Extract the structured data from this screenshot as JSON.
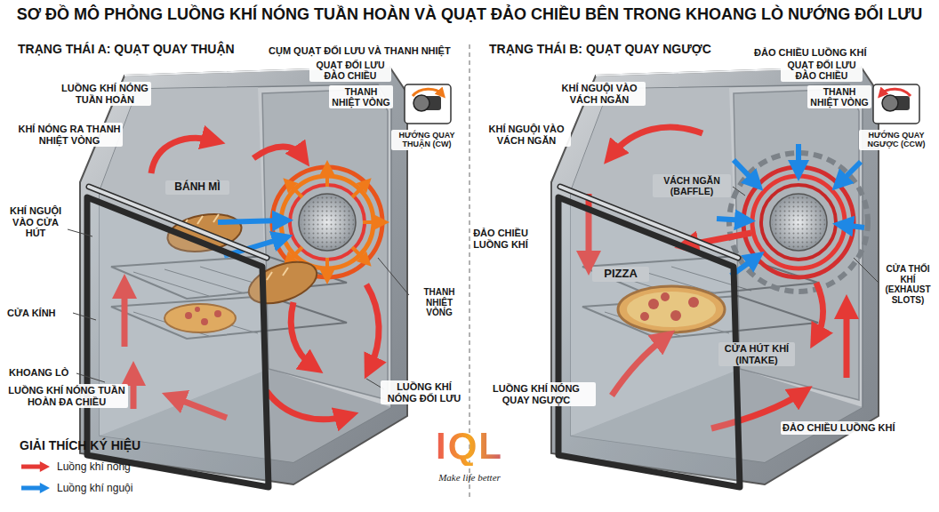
{
  "diagram": {
    "title": "SƠ ĐỒ MÔ PHỎNG LUỒNG KHÍ NÓNG TUẦN HOÀN VÀ QUẠT ĐẢO CHIỀU BÊN TRONG KHOANG LÒ NƯỚNG ĐỐI LƯU",
    "labels": [
      "TRẠNG THÁI A: QUẠT QUAY THUẬN",
      "CỤM QUẠT ĐỐI LƯU VÀ THANH NHIỆT",
      "LUỒNG KHÍ NÓNG TUẦN HOÀN",
      "QUẠT ĐỐI LƯU ĐẢO CHIỀU",
      "KHÍ NÓNG RA THANH NHIỆT VÒNG",
      "THANH NHIỆT VÒNG",
      "HƯỚNG QUAY THUẬN (CW)",
      "BÁNH MÌ",
      "KHÍ NGUỘI VÀO CỬA HÚT",
      "CỬA KÍNH",
      "THANH NHIỆT VÒNG",
      "KHOANG LÒ",
      "LUỒNG KHÍ NÓNG TUẦN HOÀN ĐA CHIỀU",
      "LUỒNG KHÍ NÓNG ĐỐI LƯU",
      "TRẠNG THÁI B: QUẠT QUAY NGƯỢC",
      "ĐẢO CHIỀU LUỒNG KHÍ",
      "KHÍ NGUỘI VÀO VÁCH NGĂN",
      "QUẠT ĐỐI LƯU ĐẢO CHIỀU",
      "THANH NHIỆT VÒNG",
      "HƯỚNG QUAY NGƯỢC (CCW)",
      "KHÍ NGUỘI VÀO VÁCH NGĂN",
      "VÁCH NGĂN (BAFFLE)",
      "ĐẢO CHIỀU LUỒNG KHÍ",
      "PIZZA",
      "CỬA THỐI KHÍ (EXHAUST SLOTS)",
      "CỬA HÚT KHÍ (INTAKE)",
      "LUỒNG KHÍ NÓNG QUAY NGƯỢC",
      "ĐẢO CHIỀU LUỒNG KHÍ",
      "GIẢI THÍCH KÝ HIỆU",
      "IQL",
      "Make life better"
    ],
    "legend": [
      {
        "text": "Luồng khí nóng",
        "color": "#e53935"
      },
      {
        "text": "Luồng khí nguội",
        "color": "#1e88e5"
      }
    ]
  }
}
